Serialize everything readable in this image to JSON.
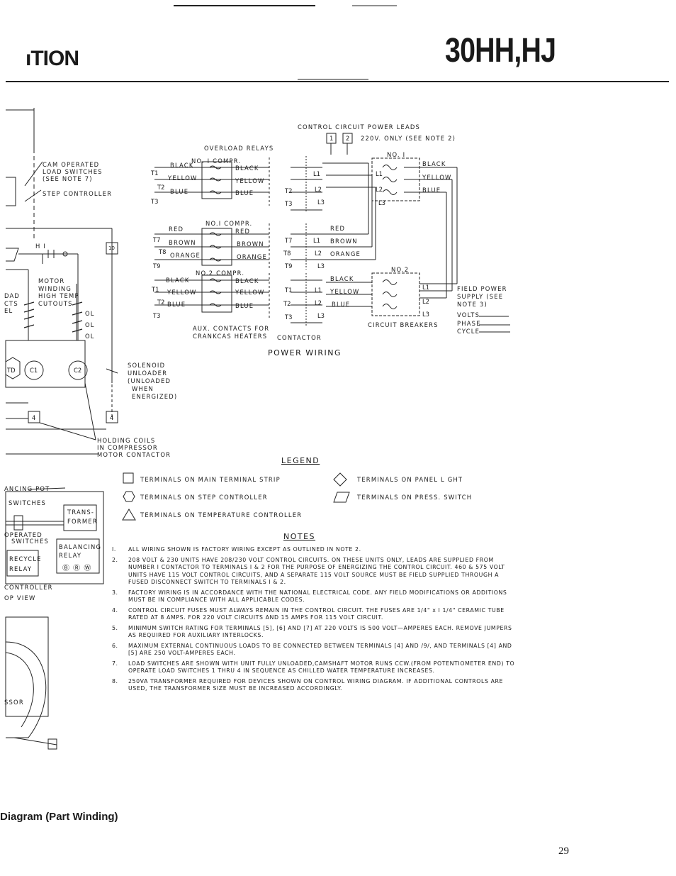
{
  "header": {
    "left_title": "ıTION",
    "right_title": "30HH,HJ"
  },
  "left_partial": {
    "cam_switches": [
      "CAM OPERATED",
      "LOAD SWITCHES",
      "(SEE   NOTE 7)"
    ],
    "step_controller": "STEP   CONTROLLER",
    "hi": "H I",
    "terminal_10": "10",
    "motor_winding": [
      "MOTOR",
      "WINDING",
      "HIGH TEMP",
      "CUTOUTS"
    ],
    "cutoff_left": [
      "DAD",
      "CTS",
      "EL"
    ],
    "ol_labels": [
      "OL",
      "OL",
      "OL"
    ],
    "td": "TD",
    "c1": "C1",
    "c2": "C2",
    "terminal_4a": "4",
    "terminal_4b": "4",
    "solenoid": [
      "SOLENOID",
      "UNLOADER",
      "(UNLOADED",
      "WHEN",
      "ENERGIZED)"
    ],
    "holding_coils": [
      "HOLDING  COILS",
      "IN COMPRESSOR",
      "MOTOR CONTACTOR"
    ],
    "balancing_pot": "ANCING POT",
    "switches": "SWITCHES",
    "transformer": [
      "TRANS-",
      "FORMER"
    ],
    "operated_switches": [
      "OPERATED",
      "SWITCHES"
    ],
    "balancing_relay": [
      "BALANCING",
      "RELAY"
    ],
    "recycle_relay": [
      "RECYCLE",
      "RELAY"
    ],
    "brw": "Ⓑ Ⓡ Ⓦ",
    "controller": "CONTROLLER",
    "top_view": "OP   VIEW",
    "compressor": "SSOR"
  },
  "wiring": {
    "control_circuit": "CONTROL CIRCUIT  POWER  LEADS",
    "terminal_1": "1",
    "terminal_2": "2",
    "volt_note": "220V.  ONLY (SEE  NOTE 2)",
    "overload_relays": "OVERLOAD  RELAYS",
    "no1_compr_a": "NO. I  COMPR.",
    "no1_compr_b": "NO.I  COMPR.",
    "no2_compr": "NO.2  COMPR.",
    "no1": "NO. I",
    "no2": "NO.2",
    "colors": {
      "black": "BLACK",
      "yellow": "YELLOW",
      "blue": "BLUE",
      "red": "RED",
      "brown": "BROWN",
      "orange": "ORANGE"
    },
    "terminals": {
      "t1": "T1",
      "t2": "T2",
      "t3": "T3",
      "t7": "T7",
      "t8": "T8",
      "t9": "T9",
      "l1": "L1",
      "l2": "L2",
      "l3": "L3"
    },
    "aux_contacts": [
      "AUX. CONTACTS FOR",
      "CRANKCAS  HEATERS"
    ],
    "contactor": "CONTACTOR",
    "circuit_breakers": "CIRCUIT  BREAKERS",
    "field_power": [
      "FIELD  POWER",
      "SUPPLY (SEE",
      "NOTE  3)"
    ],
    "volts": "VOLTS",
    "phase": "PHASE",
    "cycle": "CYCLE",
    "title": "POWER  WIRING"
  },
  "legend": {
    "title": "LEGEND",
    "items": [
      {
        "shape": "square",
        "label": "TERMINALS  ON  MAIN  TERMINAL  STRIP"
      },
      {
        "shape": "hexagon",
        "label": "TERMINALS  ON  STEP  CONTROLLER"
      },
      {
        "shape": "triangle",
        "label": "TERMINALS  ON  TEMPERATURE  CONTROLLER"
      },
      {
        "shape": "diamond",
        "label": "TERMINALS  ON  PANEL  L GHT"
      },
      {
        "shape": "parallelogram",
        "label": "TERMINALS  ON  PRESS.  SWITCH"
      }
    ]
  },
  "notes": {
    "title": "NOTES",
    "items": [
      {
        "num": "I.",
        "text": "ALL WIRING SHOWN  IS  FACTORY WIRING  EXCEPT AS  OUTLINED  IN  NOTE 2."
      },
      {
        "num": "2.",
        "text": "208 VOLT  & 230  UNITS  HAVE  208/230 VOLT  CONTROL  CIRCUITS.  ON THESE  UNITS ONLY, LEADS ARE SUPPLIED  FROM  NUMBER  I  CONTACTOR  TO  TERMINALS  I & 2  FOR  THE  PURPOSE  OF  ENERGIZING  THE  CONTROL CIRCUIT.  460 & 575  VOLT UNITS HAVE  115 VOLT CONTROL CIRCUITS, AND A SEPARATE 115  VOLT  SOURCE MUST BE  FIELD SUPPLIED  THROUGH A FUSED DISCONNECT  SWITCH TO  TERMINALS  I & 2."
      },
      {
        "num": "3.",
        "text": "FACTORY  WIRING  IS IN ACCORDANCE  WITH  THE NATIONAL  ELECTRICAL CODE.  ANY FIELD MODIFICATIONS OR  ADDITIONS  MUST BE  IN COMPLIANCE WITH ALL APPLICABLE CODES."
      },
      {
        "num": "4.",
        "text": "CONTROL  CIRCUIT  FUSES  MUST ALWAYS REMAIN IN THE CONTROL CIRCUIT.  THE FUSES ARE  1/4\" x  I 1/4\"  CERAMIC  TUBE  RATED  AT  8  AMPS. FOR 220 VOLT CIRCUITS AND 15 AMPS FOR 115 VOLT CIRCUIT."
      },
      {
        "num": "5.",
        "text": "MINIMUM  SWITCH  RATING  FOR  TERMINALS  [5], [6] AND [7]  AT  220 VOLTS IS 500  VOLT—AMPERES EACH. REMOVE  JUMPERS  AS  REQUIRED  FOR  AUXILIARY  INTERLOCKS."
      },
      {
        "num": "6.",
        "text": "MAXIMUM  EXTERNAL  CONTINUOUS  LOADS  TO  BE CONNECTED  BETWEEN TERMINALS  [4] AND /9/, AND  TERMINALS [4] AND [5]  ARE  250  VOLT-AMPERES  EACH."
      },
      {
        "num": "7.",
        "text": "LOAD SWITCHES ARE SHOWN WITH  UNIT FULLY UNLOADED,CAMSHAFT MOTOR RUNS CCW.(FROM POTENTIOMETER END) TO OPERATE  LOAD  SWITCHES  1  THRU  4  IN SEQUENCE AS  CHILLED WATER TEMPERATURE  INCREASES."
      },
      {
        "num": "8.",
        "text": "250VA  TRANSFORMER  REQUIRED FOR DEVICES  SHOWN ON CONTROL WIRING DIAGRAM.  IF ADDITIONAL  CONTROLS ARE USED, THE  TRANSFORMER SIZE  MUST BE  INCREASED  ACCORDINGLY."
      }
    ]
  },
  "footer": {
    "caption": "Diagram (Part Winding)",
    "page_number": "29"
  }
}
